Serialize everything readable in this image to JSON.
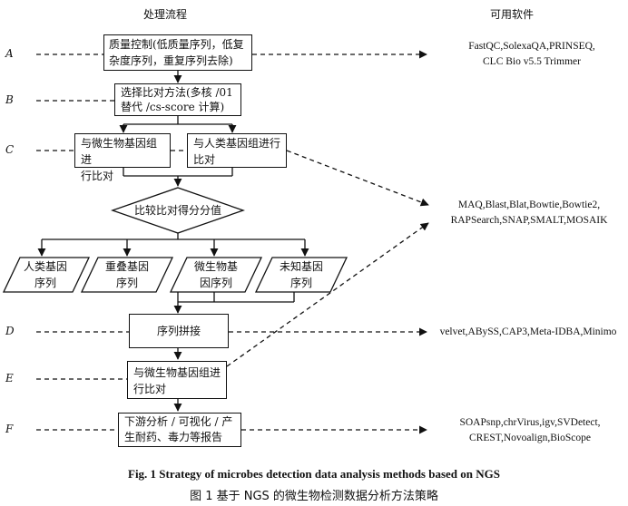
{
  "headers": {
    "flow": "处理流程",
    "software": "可用软件"
  },
  "rows": {
    "A": "A",
    "B": "B",
    "C": "C",
    "D": "D",
    "E": "E",
    "F": "F"
  },
  "boxes": {
    "qc": "质量控制(低质量序列，低复杂度序列，重复序列去除)",
    "method": "选择比对方法(多核/01替代/cs-score计算)",
    "microbe_align": "与微生物基因组进行比对",
    "human_align": "与人类基因组进行比对",
    "compare": "比较比对得分分值",
    "human_seq": "人类基因序列",
    "dup_seq": "重叠基因序列",
    "microbe_seq": "微生物基因序列",
    "unknown_seq": "未知基因序列",
    "assembly": "序列拼接",
    "microbe_align2": "与微生物基因组进行比对",
    "downstream": "下游分析/可视化/产生耐药、毒力等报告"
  },
  "box_lines": {
    "qc": [
      "质量控制(低质量序列，低复",
      "杂度序列，重复序列去除)"
    ],
    "method": [
      "选择比对方法(多核 /01",
      "替代 /cs-score 计算)"
    ],
    "microbe_align": [
      "与微生物基因组进",
      "行比对"
    ],
    "human_align": [
      "与人类基因组进行",
      "比对"
    ],
    "compare": [
      "比较比对得分分值"
    ],
    "human_seq": [
      "人类基因",
      "序列"
    ],
    "dup_seq": [
      "重叠基因",
      "序列"
    ],
    "microbe_seq": [
      "微生物基",
      "因序列"
    ],
    "unknown_seq": [
      "未知基因",
      "序列"
    ],
    "assembly": [
      "序列拼接"
    ],
    "microbe_align2": [
      "与微生物基因组进",
      "行比对"
    ],
    "downstream": [
      "下游分析 / 可视化 / 产",
      "生耐药、毒力等报告"
    ]
  },
  "software": {
    "A": [
      "FastQC,SolexaQA,PRINSEQ,",
      "CLC Bio v5.5 Trimmer"
    ],
    "C": [
      "MAQ,Blast,Blat,Bowtie,Bowtie2,",
      "RAPSearch,SNAP,SMALT,MOSAIK"
    ],
    "D": [
      "velvet,ABySS,CAP3,Meta-IDBA,Minimo"
    ],
    "F": [
      "SOAPsnp,chrVirus,igv,SVDetect,",
      "CREST,Novoalign,BioScope"
    ]
  },
  "caption": {
    "en": "Fig. 1    Strategy of microbes detection data analysis methods based on NGS",
    "zh": "图 1    基于 NGS 的微生物检测数据分析方法策略"
  }
}
